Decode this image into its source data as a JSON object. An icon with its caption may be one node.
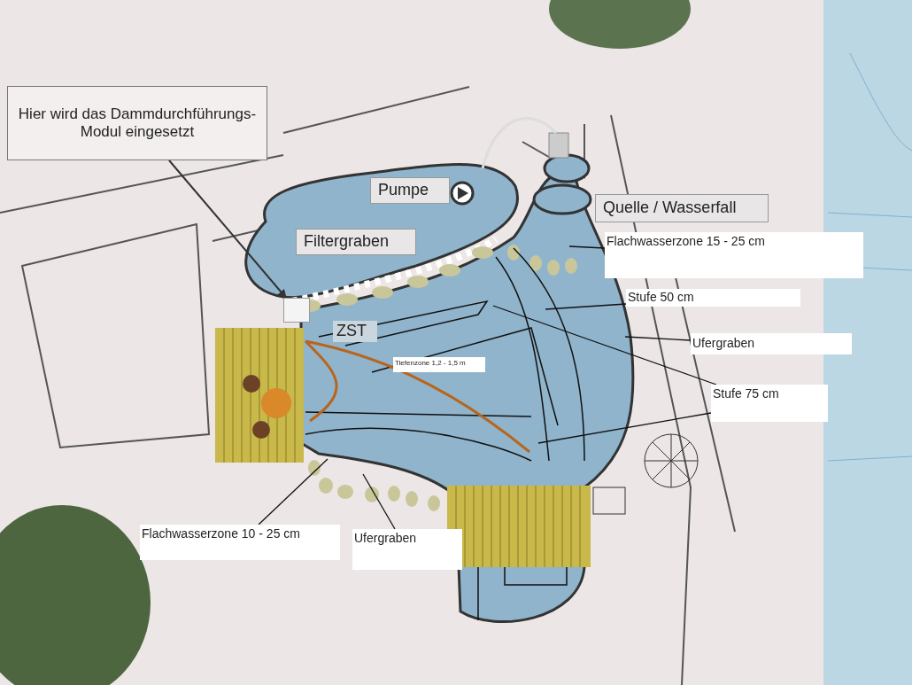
{
  "diagram": {
    "nodes": [
      {
        "text": [
          "Hier wird das Dammdurchführungs-Modul eingesetzt"
        ]
      },
      {
        "text": [
          "Pumpe"
        ]
      },
      {
        "text": [
          "Filtergraben"
        ]
      },
      {
        "text": [
          "ZST"
        ]
      },
      {
        "text": [
          "Tiefenzone 1,2 - 1,5 m"
        ]
      },
      {
        "text": [
          "Quelle / Wasserfall"
        ]
      },
      {
        "text": [
          "Flachwasserzone 15 - 25 cm"
        ]
      },
      {
        "text": [
          "Stufe 50 cm"
        ]
      },
      {
        "text": [
          "Ufergraben"
        ]
      },
      {
        "text": [
          "Stufe 75 cm"
        ]
      },
      {
        "text": [
          "Flachwasserzone 10 - 25 cm"
        ]
      },
      {
        "text": [
          "Ufergraben"
        ]
      },
      {
        "text": [],
        "shape": "box"
      }
    ],
    "edges": [
      {
        "from": 0,
        "to": 12,
        "arrow": "to"
      },
      {
        "from": 6,
        "to": null,
        "arrow": "none"
      },
      {
        "from": 7,
        "to": null,
        "arrow": "none"
      },
      {
        "from": 8,
        "to": null,
        "arrow": "none"
      },
      {
        "from": 9,
        "to": null,
        "arrow": "none"
      },
      {
        "from": 9,
        "to": null,
        "arrow": "none"
      },
      {
        "from": 10,
        "to": null,
        "arrow": "none"
      },
      {
        "from": 11,
        "to": null,
        "arrow": "none"
      }
    ]
  }
}
